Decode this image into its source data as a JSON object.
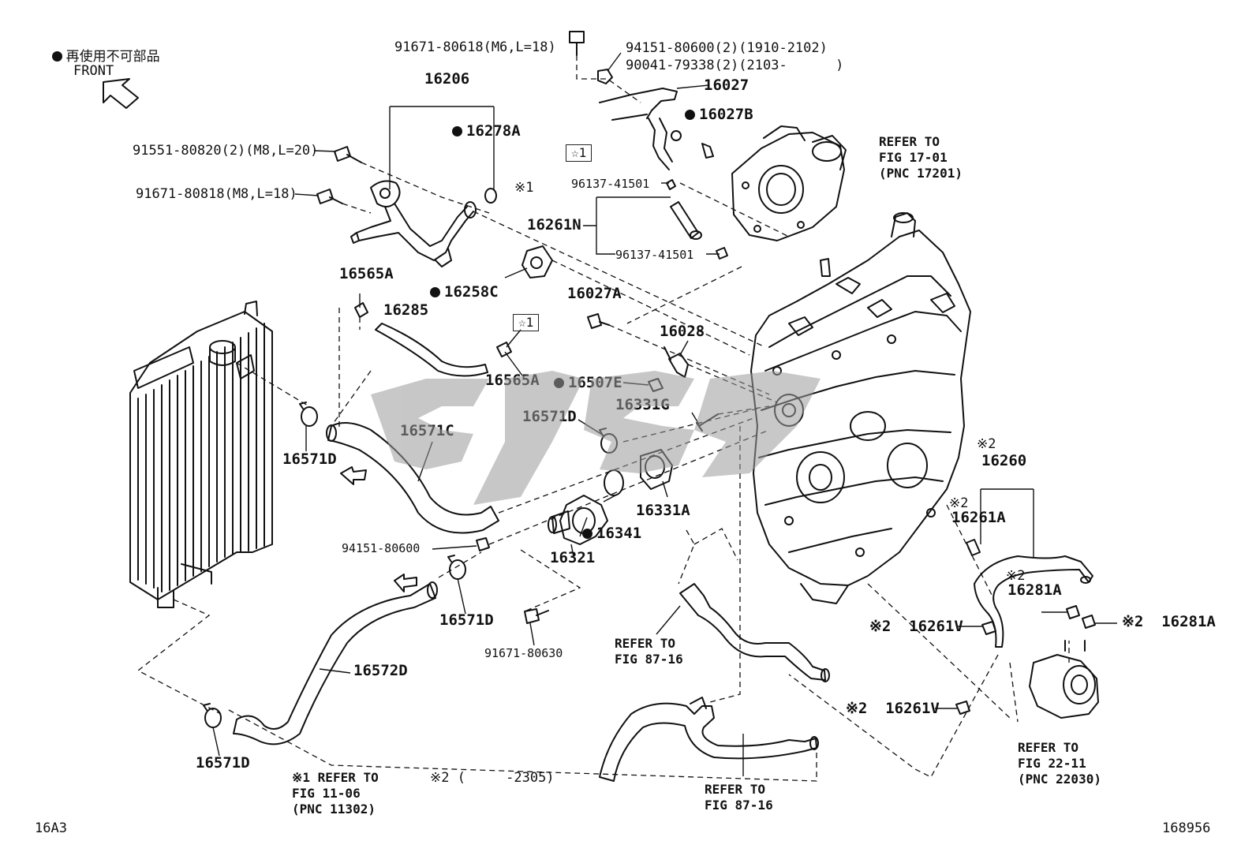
{
  "legend": {
    "dot_label": "再使用不可部品",
    "front": "FRONT"
  },
  "labels": {
    "p91671_80618": "91671-80618(M6,L=18)",
    "p94151_80600_2": "94151-80600(2)(1910-2102)",
    "p90041_79338": "90041-79338(2)(2103-      )",
    "p16027": "16027",
    "p16027B": "16027B",
    "p16206": "16206",
    "p16278A": "16278A",
    "p91551": "91551-80820(2)(M8,L=20)",
    "p91671_80818": "91671-80818(M8,L=18)",
    "star1_a": "☆1",
    "note1_a": "※1",
    "p96137_a": "96137-41501",
    "p16261N": "16261N",
    "p96137_b": "96137-41501",
    "ref_17_01": "REFER TO\nFIG 17-01\n(PNC 17201)",
    "p16565A_a": "16565A",
    "p16258C": "16258C",
    "p16285": "16285",
    "star1_b": "☆1",
    "p16565A_b": "16565A",
    "p16027A": "16027A",
    "p16028": "16028",
    "p16507E": "16507E",
    "p16331G": "16331G",
    "p16571C": "16571C",
    "p16571D_a": "16571D",
    "p16571D_b": "16571D",
    "p16331A": "16331A",
    "p16341": "16341",
    "p16321": "16321",
    "p94151_80600": "94151-80600",
    "p16571D_c": "16571D",
    "p91671_80630": "91671-80630",
    "p16572D": "16572D",
    "p16571D_d": "16571D",
    "note2_a": "※2",
    "p16260": "16260",
    "note2_b": "※2",
    "p16261A": "16261A",
    "note2_c": "※2",
    "p16281A_a": "16281A",
    "p16281A_b": "※2  16281A",
    "p16261V_a": "※2  16261V",
    "p16261V_b": "※2  16261V",
    "ref_87_16_a": "REFER TO\nFIG 87-16",
    "ref_87_16_b": "REFER TO\nFIG 87-16",
    "ref_22_11": "REFER TO\nFIG 22-11\n(PNC 22030)",
    "footnote1": "※1 REFER TO\n    FIG 11-06\n    (PNC 11302)",
    "footnote2": "※2 (     -2305)",
    "code_left": "16A3",
    "code_right": "168956"
  }
}
